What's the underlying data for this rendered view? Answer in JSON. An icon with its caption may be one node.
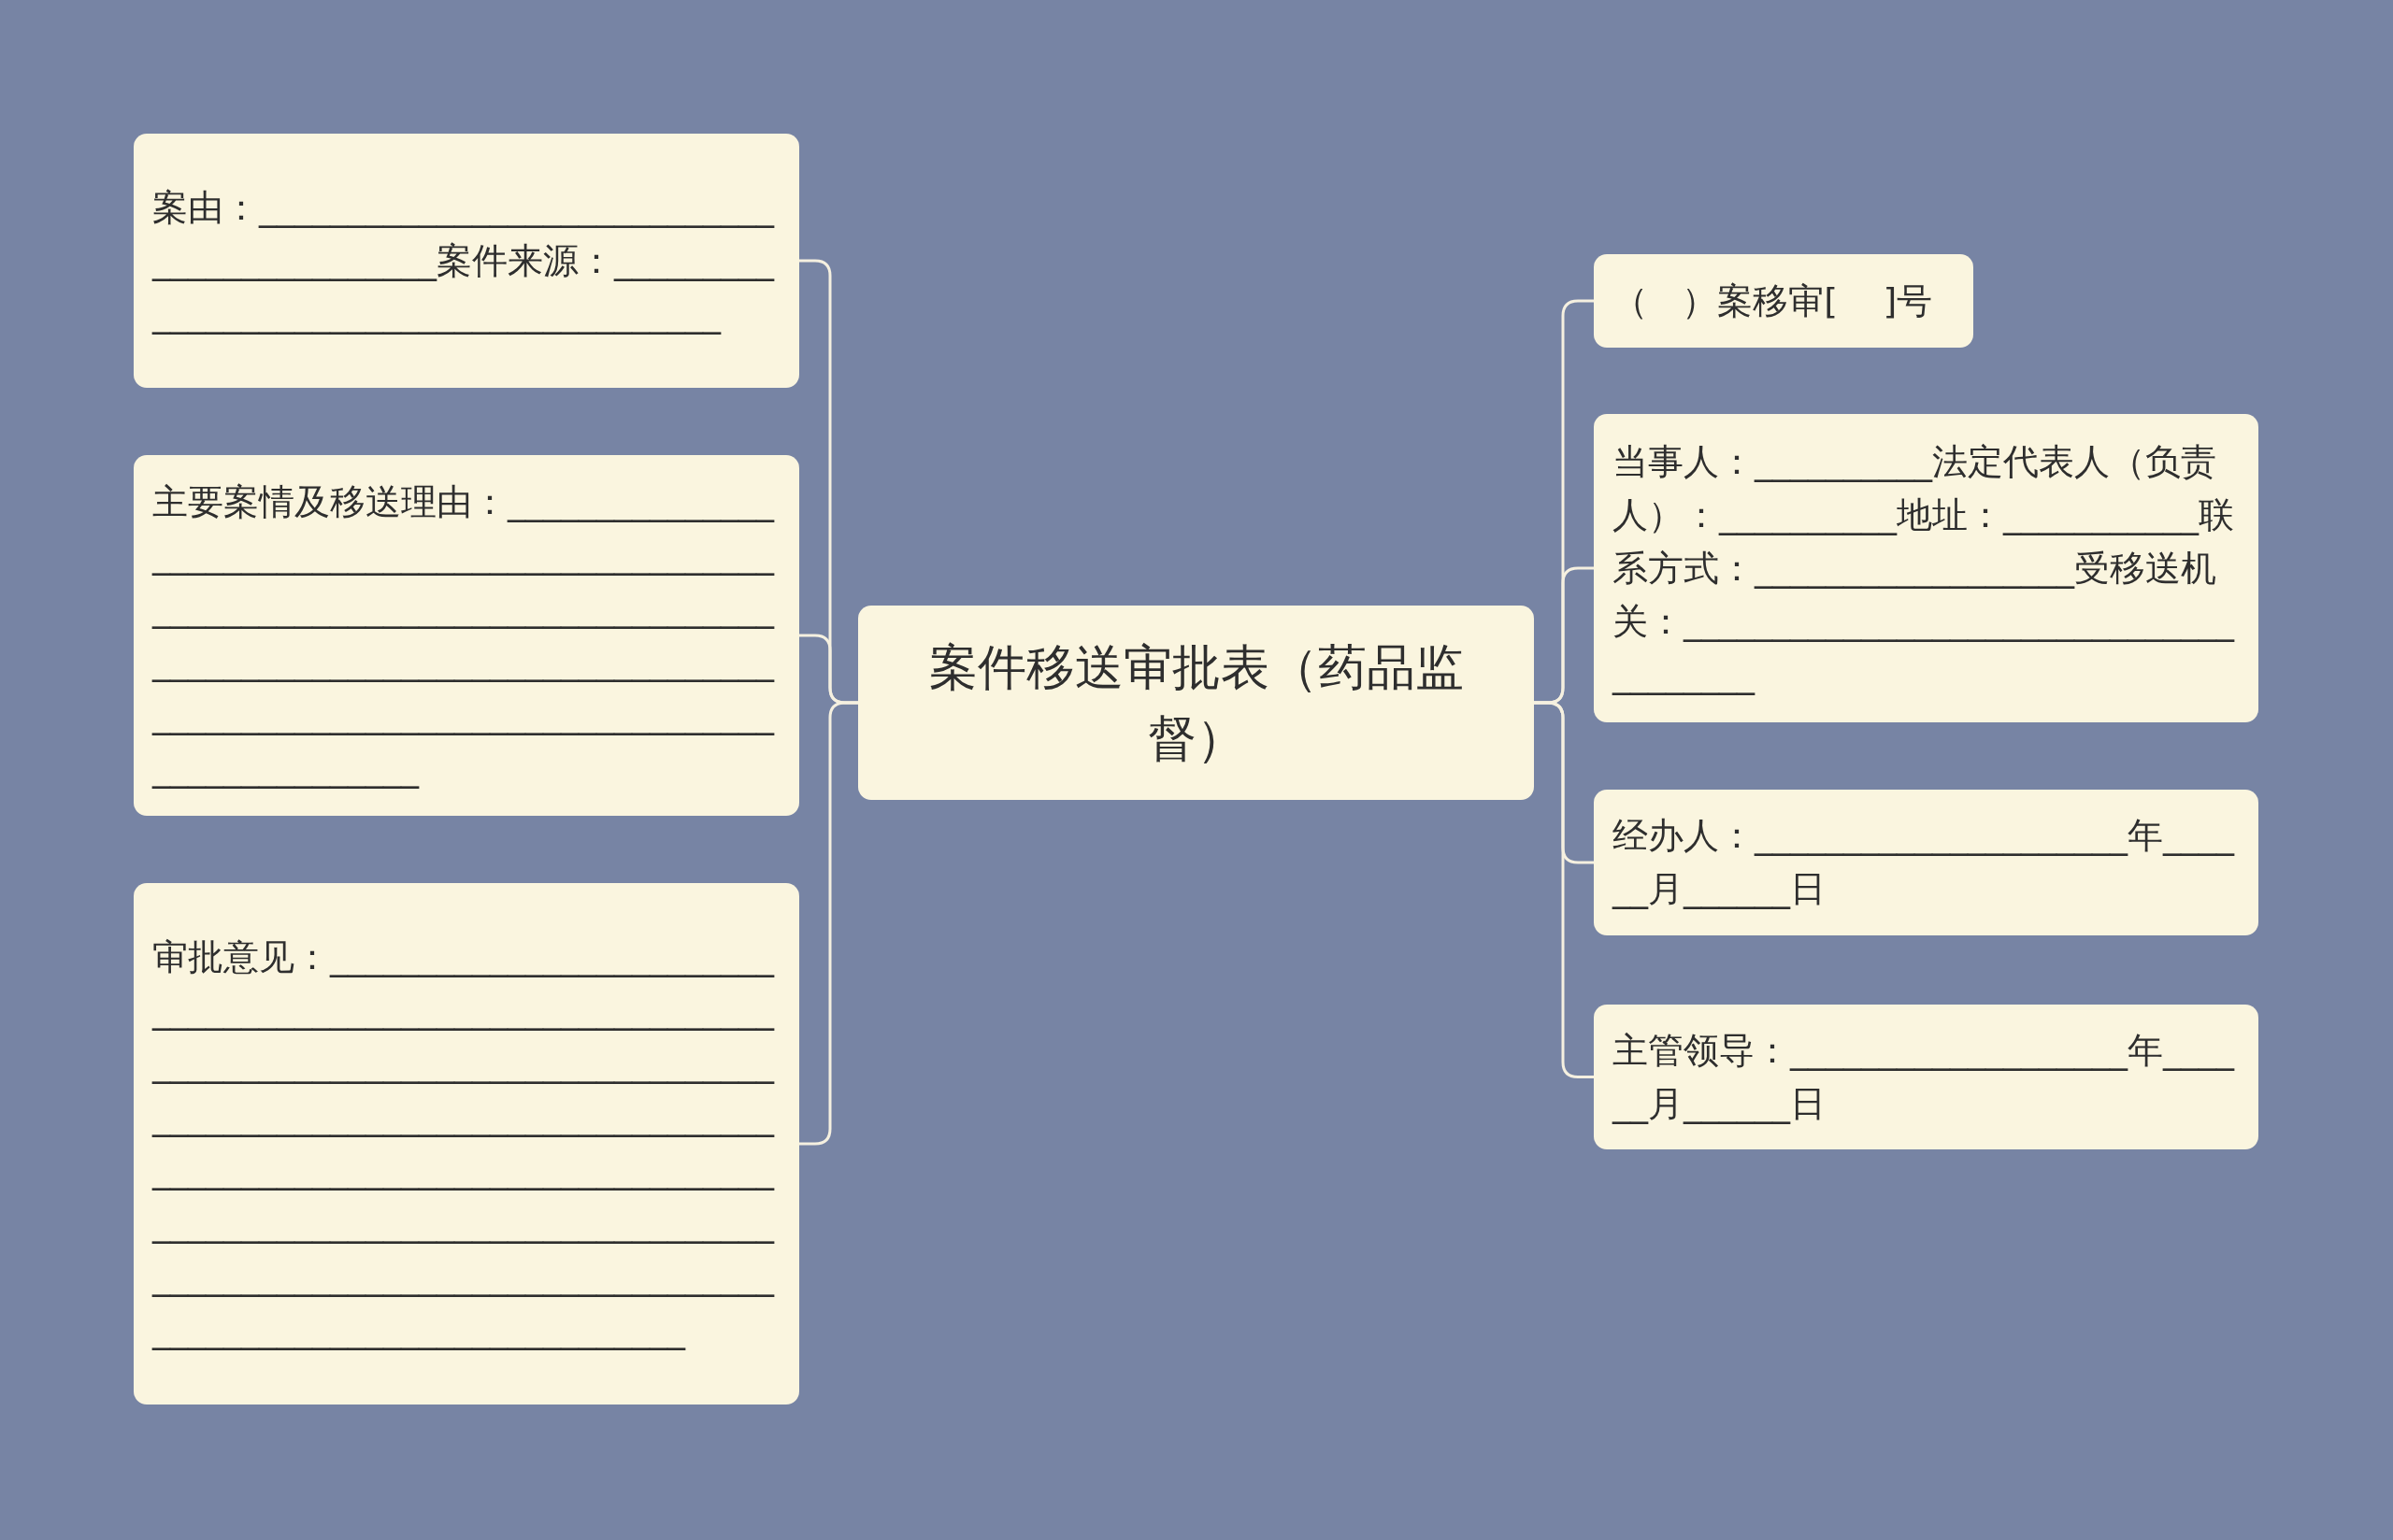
{
  "diagram": {
    "nodes": [
      {
        "text": [
          "案件移送审批表（药品监督）"
        ]
      },
      {
        "text": [
          "案由：_____________________________________________案件来源：_________________________________________"
        ]
      },
      {
        "text": [
          "主要案情及移送理由：__________________________________________________________________________________________________________________________________________________________________________"
        ]
      },
      {
        "text": [
          "审批意见：_________________________________________________________________________________________________________________________________________________________________________________________________________________________________________________________________________"
        ]
      },
      {
        "text": [
          "（   ）案移审[    ]号"
        ]
      },
      {
        "text": [
          "当事人：__________法定代表人（负责人）：__________地址：___________联系方式：__________________受移送机关：_______________________________________"
        ]
      },
      {
        "text": [
          "经办人：_____________________年______月______日"
        ]
      },
      {
        "text": [
          "主管领导：___________________年______月______日"
        ]
      }
    ],
    "edges": [
      {
        "from": 0,
        "to": 1,
        "arrow": "none"
      },
      {
        "from": 0,
        "to": 2,
        "arrow": "none"
      },
      {
        "from": 0,
        "to": 3,
        "arrow": "none"
      },
      {
        "from": 0,
        "to": 4,
        "arrow": "none"
      },
      {
        "from": 0,
        "to": 5,
        "arrow": "none"
      },
      {
        "from": 0,
        "to": 6,
        "arrow": "none"
      },
      {
        "from": 0,
        "to": 7,
        "arrow": "none"
      }
    ]
  }
}
